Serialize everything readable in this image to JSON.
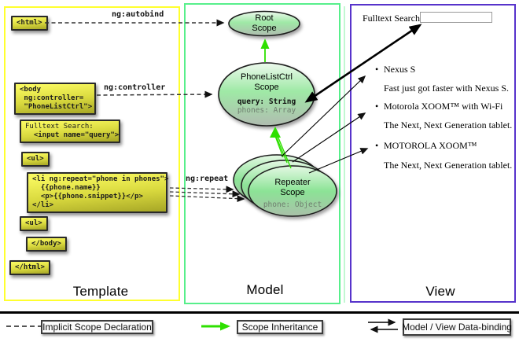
{
  "template_panel": {
    "label": "Template",
    "boxes": {
      "html_open": "<html>",
      "body_open_l1": "<body",
      "body_open_l2": " ng:controller=",
      "body_open_l3": " \"PhoneListCtrl\">",
      "fulltext_l1": "Fulltext Search:",
      "fulltext_l2": "  <input name=\"query\">",
      "ul_open": "<ul>",
      "li_l1": "<li ng:repeat=\"phone in phones\">",
      "li_l2": "  {{phone.name}}",
      "li_l3": "  <p>{{phone.snippet}}</p>",
      "li_l4": "</li>",
      "ul_close": "<ul>",
      "body_close": "</body>",
      "html_close": "</html>"
    }
  },
  "model_panel": {
    "label": "Model",
    "root_scope": {
      "line1": "Root",
      "line2": "Scope"
    },
    "phonelist_scope": {
      "line1": "PhoneListCtrl",
      "line2": "Scope",
      "prop1": "query: String",
      "prop2": "phones: Array"
    },
    "repeater_scope": {
      "line1": "Repeater",
      "line2": "Scope",
      "prop1": "phone: Object"
    }
  },
  "view_panel": {
    "label": "View",
    "search_label": "Fulltext Search:",
    "search_value": "",
    "items": [
      {
        "name": "Nexus S",
        "desc": "Fast just got faster with Nexus S."
      },
      {
        "name": "Motorola XOOM™  with Wi-Fi",
        "desc": "The Next, Next Generation tablet."
      },
      {
        "name": "MOTOROLA XOOM™",
        "desc": "The Next, Next Generation tablet."
      }
    ]
  },
  "connections": {
    "autobind": "ng:autobind",
    "controller": "ng:controller",
    "repeat": "ng:repeat"
  },
  "legend": {
    "implicit": "Implicit Scope Declaration",
    "inheritance": "Scope Inheritance",
    "databinding": "Model / View Data-binding"
  },
  "colors": {
    "template_border": "#ffff2e",
    "model_border": "#57ef8b",
    "view_border": "#5733cb",
    "inheritance_green": "#2ee000",
    "codebox_yellow": "#e8e84a"
  }
}
